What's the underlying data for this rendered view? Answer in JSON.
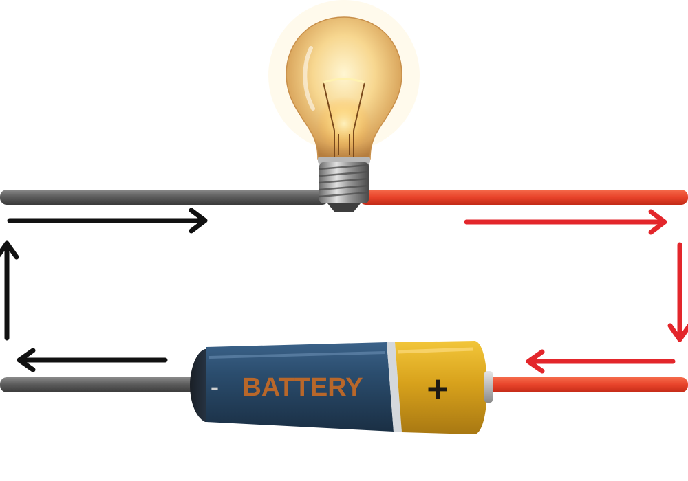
{
  "battery": {
    "label": "BATTERY",
    "negative_symbol": "-",
    "positive_symbol": "+",
    "label_color": "#b8672a"
  },
  "colors": {
    "negative_wire": "#5a5a5a",
    "positive_wire": "#e8432a",
    "negative_arrows": "#111111",
    "positive_arrows": "#e3262b",
    "battery_body": "#2a4a68",
    "battery_cap": "#d9a520"
  },
  "bulb": {
    "state": "lit"
  },
  "arrows": {
    "negative_side": [
      "arrow-right",
      "arrow-up",
      "arrow-left"
    ],
    "positive_side": [
      "arrow-right",
      "arrow-down",
      "arrow-left"
    ]
  }
}
